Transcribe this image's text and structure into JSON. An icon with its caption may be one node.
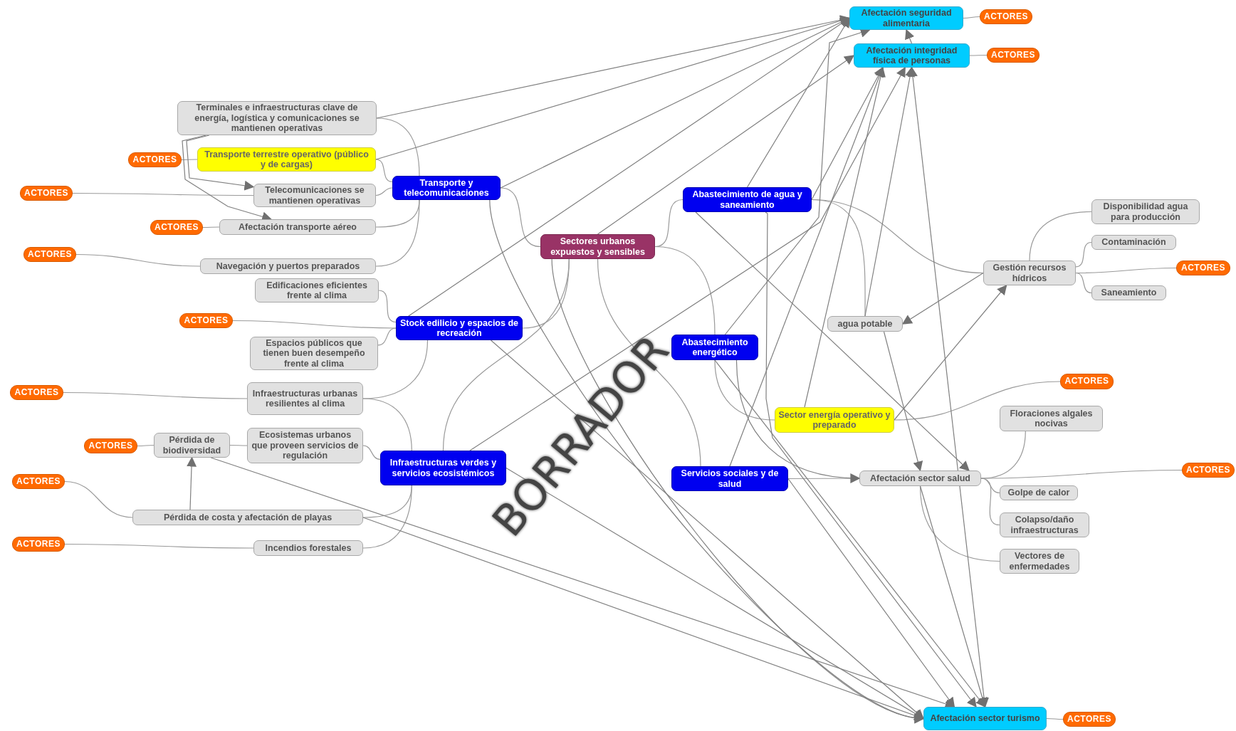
{
  "diagram": {
    "nodes": [
      {
        "text": [
          "Afectación seguridad alimentaria"
        ]
      },
      {
        "text": [
          "ACTORES"
        ]
      },
      {
        "text": [
          "Afectación integridad física de personas"
        ]
      },
      {
        "text": [
          "ACTORES"
        ]
      },
      {
        "text": [
          "Terminales e infraestructuras clave de energía, logística y comunicaciones se mantienen operativas"
        ]
      },
      {
        "text": [
          "Transporte terrestre operativo (público y de cargas)"
        ]
      },
      {
        "text": [
          "ACTORES"
        ]
      },
      {
        "text": [
          "Telecomunicaciones se mantienen operativas"
        ]
      },
      {
        "text": [
          "ACTORES"
        ]
      },
      {
        "text": [
          "Transporte y telecomunicaciones"
        ]
      },
      {
        "text": [
          "Afectación transporte aéreo"
        ]
      },
      {
        "text": [
          "ACTORES"
        ]
      },
      {
        "text": [
          "ACTORES"
        ]
      },
      {
        "text": [
          "Navegación y puertos preparados"
        ]
      },
      {
        "text": [
          "Sectores urbanos expuestos y sensibles"
        ]
      },
      {
        "text": [
          "Abastecimiento de agua y saneamiento"
        ]
      },
      {
        "text": [
          "Edificaciones eficientes frente al clima"
        ]
      },
      {
        "text": [
          "ACTORES"
        ]
      },
      {
        "text": [
          "Stock edilicio y espacios de recreación"
        ]
      },
      {
        "text": [
          "Espacios públicos que tienen buen desempeño frente al clima"
        ]
      },
      {
        "text": [
          "ACTORES"
        ]
      },
      {
        "text": [
          "Infraestructuras urbanas resilientes al clima"
        ]
      },
      {
        "text": [
          "ACTORES"
        ]
      },
      {
        "text": [
          "Pérdida de biodiversidad"
        ]
      },
      {
        "text": [
          "Ecosistemas urbanos que proveen servicios de regulación"
        ]
      },
      {
        "text": [
          "Infraestructuras verdes y servicios ecosistémicos"
        ]
      },
      {
        "text": [
          "ACTORES"
        ]
      },
      {
        "text": [
          "Pérdida de costa y afectación de playas"
        ]
      },
      {
        "text": [
          "ACTORES"
        ]
      },
      {
        "text": [
          "Incendios forestales"
        ]
      },
      {
        "text": [
          "Abastecimiento energético"
        ]
      },
      {
        "text": [
          "agua potable"
        ]
      },
      {
        "text": [
          "Gestión recursos hídricos"
        ]
      },
      {
        "text": [
          "Disponibilidad agua para producción"
        ]
      },
      {
        "text": [
          "Contaminación"
        ]
      },
      {
        "text": [
          "ACTORES"
        ]
      },
      {
        "text": [
          "Saneamiento"
        ]
      },
      {
        "text": [
          "ACTORES"
        ]
      },
      {
        "text": [
          "Sector energía operativo y preparado"
        ]
      },
      {
        "text": [
          "Floraciones algales nocivas"
        ]
      },
      {
        "text": [
          "Servicios sociales y de salud"
        ]
      },
      {
        "text": [
          "Afectación sector salud"
        ]
      },
      {
        "text": [
          "ACTORES"
        ]
      },
      {
        "text": [
          "Golpe de calor"
        ]
      },
      {
        "text": [
          "Colapso/daño infraestructuras"
        ]
      },
      {
        "text": [
          "Vectores de enfermedades"
        ]
      },
      {
        "text": [
          "Afectación sector turismo"
        ]
      },
      {
        "text": [
          "ACTORES"
        ]
      }
    ],
    "edges": [
      {
        "from": 14,
        "to": 9,
        "arrow": "none"
      },
      {
        "from": 14,
        "to": 15,
        "arrow": "none"
      },
      {
        "from": 14,
        "to": 18,
        "arrow": "none"
      },
      {
        "from": 14,
        "to": 25,
        "arrow": "none"
      },
      {
        "from": 14,
        "to": 30,
        "arrow": "none"
      },
      {
        "from": 14,
        "to": 40,
        "arrow": "none"
      },
      {
        "from": 9,
        "to": 4,
        "arrow": "none"
      },
      {
        "from": 9,
        "to": 5,
        "arrow": "none"
      },
      {
        "from": 9,
        "to": 7,
        "arrow": "none"
      },
      {
        "from": 9,
        "to": 10,
        "arrow": "none"
      },
      {
        "from": 9,
        "to": 13,
        "arrow": "none"
      },
      {
        "from": 5,
        "to": 6,
        "arrow": "none"
      },
      {
        "from": 7,
        "to": 8,
        "arrow": "none"
      },
      {
        "from": 10,
        "to": 11,
        "arrow": "none"
      },
      {
        "from": 13,
        "to": 12,
        "arrow": "none"
      },
      {
        "from": 18,
        "to": 16,
        "arrow": "none"
      },
      {
        "from": 18,
        "to": 19,
        "arrow": "none"
      },
      {
        "from": 18,
        "to": 17,
        "arrow": "none"
      },
      {
        "from": 18,
        "to": 21,
        "arrow": "none"
      },
      {
        "from": 21,
        "to": 20,
        "arrow": "none"
      },
      {
        "from": 25,
        "to": 21,
        "arrow": "none"
      },
      {
        "from": 25,
        "to": 24,
        "arrow": "none"
      },
      {
        "from": 25,
        "to": 27,
        "arrow": "none"
      },
      {
        "from": 25,
        "to": 29,
        "arrow": "none"
      },
      {
        "from": 24,
        "to": 23,
        "arrow": "none"
      },
      {
        "from": 23,
        "to": 22,
        "arrow": "none"
      },
      {
        "from": 27,
        "to": 26,
        "arrow": "none"
      },
      {
        "from": 29,
        "to": 28,
        "arrow": "none"
      },
      {
        "from": 15,
        "to": 31,
        "arrow": "none"
      },
      {
        "from": 15,
        "to": 32,
        "arrow": "none"
      },
      {
        "from": 32,
        "to": 33,
        "arrow": "none"
      },
      {
        "from": 32,
        "to": 34,
        "arrow": "none"
      },
      {
        "from": 32,
        "to": 35,
        "arrow": "none"
      },
      {
        "from": 32,
        "to": 36,
        "arrow": "none"
      },
      {
        "from": 30,
        "to": 38,
        "arrow": "none"
      },
      {
        "from": 38,
        "to": 37,
        "arrow": "none"
      },
      {
        "from": 40,
        "to": 41,
        "arrow": "none"
      },
      {
        "from": 41,
        "to": 39,
        "arrow": "none"
      },
      {
        "from": 41,
        "to": 42,
        "arrow": "none"
      },
      {
        "from": 41,
        "to": 43,
        "arrow": "none"
      },
      {
        "from": 41,
        "to": 44,
        "arrow": "none"
      },
      {
        "from": 41,
        "to": 45,
        "arrow": "none"
      },
      {
        "from": 0,
        "to": 1,
        "arrow": "none"
      },
      {
        "from": 2,
        "to": 3,
        "arrow": "none"
      },
      {
        "from": 46,
        "to": 47,
        "arrow": "none"
      },
      {
        "from": 4,
        "to": 7,
        "arrow": "to"
      },
      {
        "from": 4,
        "to": 10,
        "arrow": "to"
      },
      {
        "from": 27,
        "to": 23,
        "arrow": "to"
      },
      {
        "from": 32,
        "to": 31,
        "arrow": "to"
      },
      {
        "from": 38,
        "to": 32,
        "arrow": "to"
      },
      {
        "from": 4,
        "to": 0,
        "arrow": "to"
      },
      {
        "from": 5,
        "to": 0,
        "arrow": "to"
      },
      {
        "from": 9,
        "to": 0,
        "arrow": "to"
      },
      {
        "from": 18,
        "to": 0,
        "arrow": "to"
      },
      {
        "from": 15,
        "to": 0,
        "arrow": "to"
      },
      {
        "from": 30,
        "to": 0,
        "arrow": "to"
      },
      {
        "from": 2,
        "to": 0,
        "arrow": "to"
      },
      {
        "from": 14,
        "to": 2,
        "arrow": "to"
      },
      {
        "from": 25,
        "to": 2,
        "arrow": "to"
      },
      {
        "from": 15,
        "to": 2,
        "arrow": "to"
      },
      {
        "from": 40,
        "to": 2,
        "arrow": "to"
      },
      {
        "from": 38,
        "to": 2,
        "arrow": "to"
      },
      {
        "from": 31,
        "to": 2,
        "arrow": "to"
      },
      {
        "from": 46,
        "to": 2,
        "arrow": "both"
      },
      {
        "from": 15,
        "to": 41,
        "arrow": "to"
      },
      {
        "from": 30,
        "to": 41,
        "arrow": "to"
      },
      {
        "from": 31,
        "to": 41,
        "arrow": "to"
      },
      {
        "from": 9,
        "to": 46,
        "arrow": "to"
      },
      {
        "from": 18,
        "to": 46,
        "arrow": "to"
      },
      {
        "from": 23,
        "to": 46,
        "arrow": "to"
      },
      {
        "from": 27,
        "to": 46,
        "arrow": "to"
      },
      {
        "from": 25,
        "to": 46,
        "arrow": "to"
      },
      {
        "from": 14,
        "to": 46,
        "arrow": "to"
      },
      {
        "from": 40,
        "to": 46,
        "arrow": "to"
      },
      {
        "from": 30,
        "to": 46,
        "arrow": "to"
      },
      {
        "from": 15,
        "to": 46,
        "arrow": "to"
      },
      {
        "from": 41,
        "to": 46,
        "arrow": "to"
      }
    ],
    "labels": [
      "BORRADOR"
    ]
  }
}
